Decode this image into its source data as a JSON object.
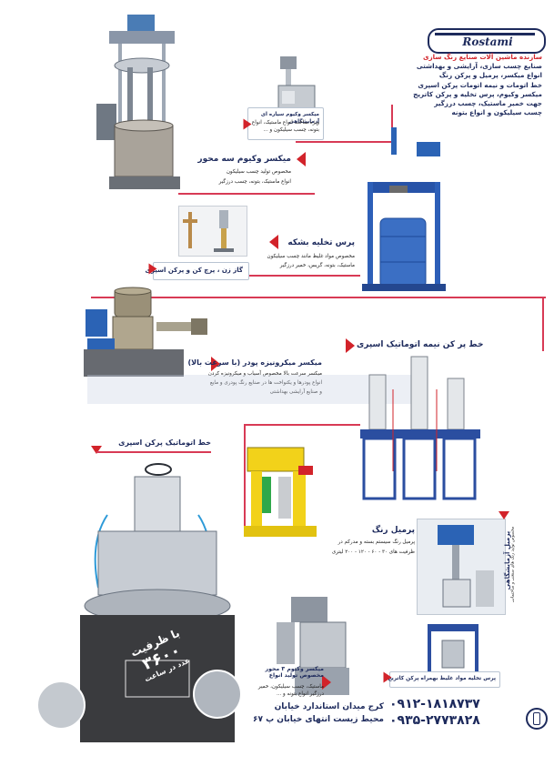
{
  "brand": {
    "logo_text": "Rostami"
  },
  "intro": {
    "lines": [
      "سازنده ماشین آلات صنایع رنگ سازی",
      "صنایع چسب سازی، آرایشی و بهداشتی",
      "انواع میکسر، پرمیل و پرکن رنگ",
      "خط اتومات و نیمه اتومات پرکن اسپری",
      "میکسر وکیوم، پرس تخلیه و پرکن کاتریج",
      "جهت خمیر ماستیک، چسب درزگیر",
      "چسب سیلیکون و انواع بتونه"
    ]
  },
  "products": {
    "vacuum_mixer_small": {
      "title": "میکسر وکیوم سیاره ای آزمایشگاهی",
      "body": "ویژه ساخت انواع ماستیک، انواع بتونه، چسب سیلیکون و ..."
    },
    "vacuum_mixer_3axis": {
      "title": "میکسر وکیوم سه محور",
      "body_lines": [
        "مخصوص تولید چسب سیلیکون",
        "انواع ماستیک، بتونه، چسب درزگیر"
      ]
    },
    "drum_press": {
      "title": "پرس تخلیه بشکه",
      "body_lines": [
        "مخصوص مواد غلیظ مانند چسب سیلیکون",
        "ماستیک، بتونه، گریس، خمیر درزگیر"
      ]
    },
    "gas_filler": {
      "title": "گاز زن ، پرچ کن و پرکن اسپری"
    },
    "powder_mixer": {
      "title": "میکسر میکرونیزه پودر (با سرعت بالا)",
      "body_lines": [
        "میکسر سرعت بالا مخصوص آسیاب و میکرونیزه کردن",
        "انواع پودرها و یکنواخت ها در صنایع رنگ پودری و مایع",
        "و صنایع آرایشی بهداشتی"
      ]
    },
    "semi_auto_spray": {
      "title": "خط پر کن نیمه اتوماتیک اسپری"
    },
    "auto_spray_line": {
      "title": "خط اتوماتیک پرکن اسپری"
    },
    "bead_mill": {
      "title": "پرمیل رنگ",
      "body_lines": [
        "پرمیل رنگ سیستم بسته و مدرکم در",
        "ظرفیت های ۳۰ - ۶۰ - ۱۲۰ - ۲۰۰ لیتری"
      ]
    },
    "lab_mill": {
      "title": "پرمیل آزمایشگاهی",
      "body": "مخصوص تولید رنگ های صنعتی و ساختمانی"
    },
    "vacuum_mixer_3axis_b": {
      "title": "میکسر وکیوم ۳ محور مخصوص تولید انواع",
      "body": "ماستیک، چسب سیلیکون، خمیر درزگیر انواع بتونه و ..."
    },
    "cartridge_press": {
      "title": "پرس تخلیه مواد غلیظ بهمراه پرکن کاتریج"
    }
  },
  "machine_banner": {
    "line1": "با ظرفیت",
    "line2": "۳۶۰۰",
    "line3": "عدد در ساعت"
  },
  "contact": {
    "address_line1": "کرج میدان استاندارد خیابان",
    "address_line2": "محیط زیست انتهای خیابان پ ۶۷",
    "phone1": "۰۹۱۲-۱۸۱۸۷۳۷",
    "phone2": "۰۹۳۵-۲۷۷۳۸۲۸"
  },
  "colors": {
    "navy": "#1d2a5c",
    "accent": "#d2232a",
    "line": "#d83a55"
  }
}
